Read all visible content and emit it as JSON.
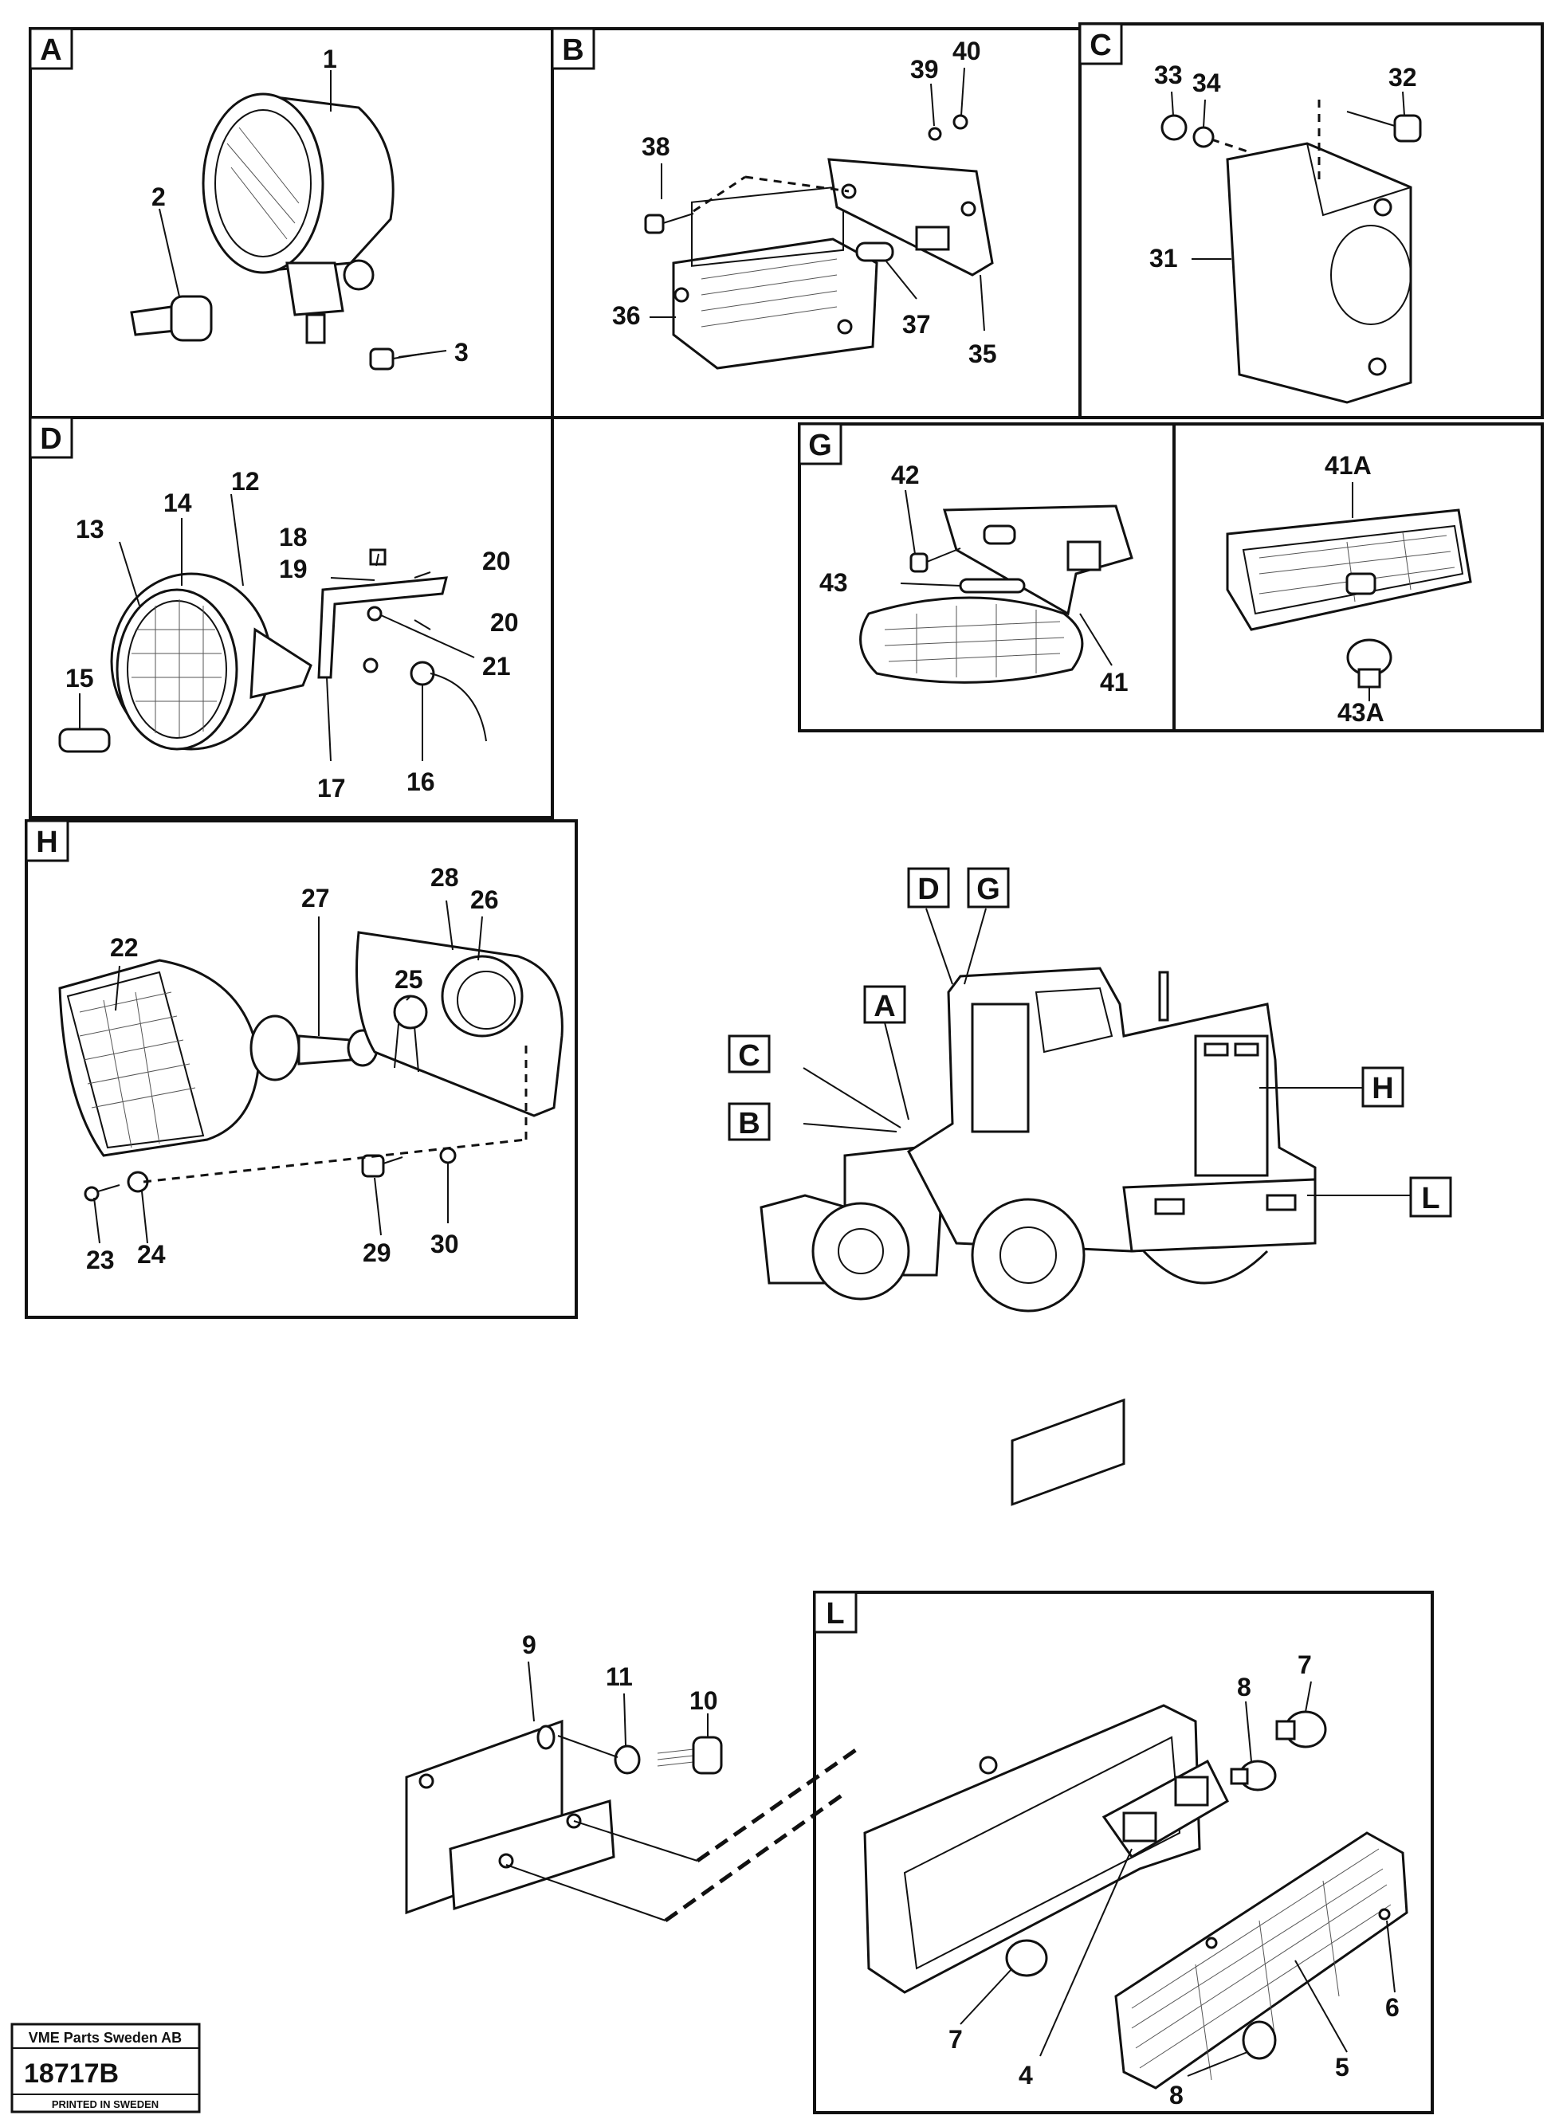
{
  "panels": [
    {
      "key": "A",
      "tag": "A"
    },
    {
      "key": "B",
      "tag": "B"
    },
    {
      "key": "C",
      "tag": "C"
    },
    {
      "key": "D",
      "tag": "D"
    },
    {
      "key": "G",
      "tag": "G"
    },
    {
      "key": "G2",
      "tag": ""
    },
    {
      "key": "H",
      "tag": "H"
    },
    {
      "key": "L",
      "tag": "L"
    }
  ],
  "callouts": [
    {
      "id": "A-1",
      "text": "1"
    },
    {
      "id": "A-2",
      "text": "2"
    },
    {
      "id": "A-3",
      "text": "3"
    },
    {
      "id": "B-38",
      "text": "38"
    },
    {
      "id": "B-39",
      "text": "39"
    },
    {
      "id": "B-40",
      "text": "40"
    },
    {
      "id": "B-36",
      "text": "36"
    },
    {
      "id": "B-37",
      "text": "37"
    },
    {
      "id": "B-35",
      "text": "35"
    },
    {
      "id": "C-33",
      "text": "33"
    },
    {
      "id": "C-34",
      "text": "34"
    },
    {
      "id": "C-32",
      "text": "32"
    },
    {
      "id": "C-31",
      "text": "31"
    },
    {
      "id": "D-12",
      "text": "12"
    },
    {
      "id": "D-13",
      "text": "13"
    },
    {
      "id": "D-14",
      "text": "14"
    },
    {
      "id": "D-15",
      "text": "15"
    },
    {
      "id": "D-16",
      "text": "16"
    },
    {
      "id": "D-17",
      "text": "17"
    },
    {
      "id": "D-18",
      "text": "18"
    },
    {
      "id": "D-19",
      "text": "19"
    },
    {
      "id": "D-20a",
      "text": "20"
    },
    {
      "id": "D-20b",
      "text": "20"
    },
    {
      "id": "D-21",
      "text": "21"
    },
    {
      "id": "G-42",
      "text": "42"
    },
    {
      "id": "G-43",
      "text": "43"
    },
    {
      "id": "G-41",
      "text": "41"
    },
    {
      "id": "G2-41A",
      "text": "41A"
    },
    {
      "id": "G2-43A",
      "text": "43A"
    },
    {
      "id": "H-22",
      "text": "22"
    },
    {
      "id": "H-23",
      "text": "23"
    },
    {
      "id": "H-24",
      "text": "24"
    },
    {
      "id": "H-25",
      "text": "25"
    },
    {
      "id": "H-26",
      "text": "26"
    },
    {
      "id": "H-27",
      "text": "27"
    },
    {
      "id": "H-28",
      "text": "28"
    },
    {
      "id": "H-29",
      "text": "29"
    },
    {
      "id": "H-30",
      "text": "30"
    },
    {
      "id": "P-9",
      "text": "9"
    },
    {
      "id": "P-10",
      "text": "10"
    },
    {
      "id": "P-11",
      "text": "11"
    },
    {
      "id": "L-7a",
      "text": "7"
    },
    {
      "id": "L-8a",
      "text": "8"
    },
    {
      "id": "L-7b",
      "text": "7"
    },
    {
      "id": "L-4",
      "text": "4"
    },
    {
      "id": "L-8b",
      "text": "8"
    },
    {
      "id": "L-5",
      "text": "5"
    },
    {
      "id": "L-6",
      "text": "6"
    }
  ],
  "location_tags": [
    {
      "id": "loc-A",
      "text": "A"
    },
    {
      "id": "loc-B",
      "text": "B"
    },
    {
      "id": "loc-C",
      "text": "C"
    },
    {
      "id": "loc-D",
      "text": "D"
    },
    {
      "id": "loc-G",
      "text": "G"
    },
    {
      "id": "loc-H",
      "text": "H"
    },
    {
      "id": "loc-L",
      "text": "L"
    }
  ],
  "stamp": {
    "company": "VME Parts Sweden AB",
    "drawing_number": "18717B",
    "printed": "PRINTED IN SWEDEN"
  }
}
